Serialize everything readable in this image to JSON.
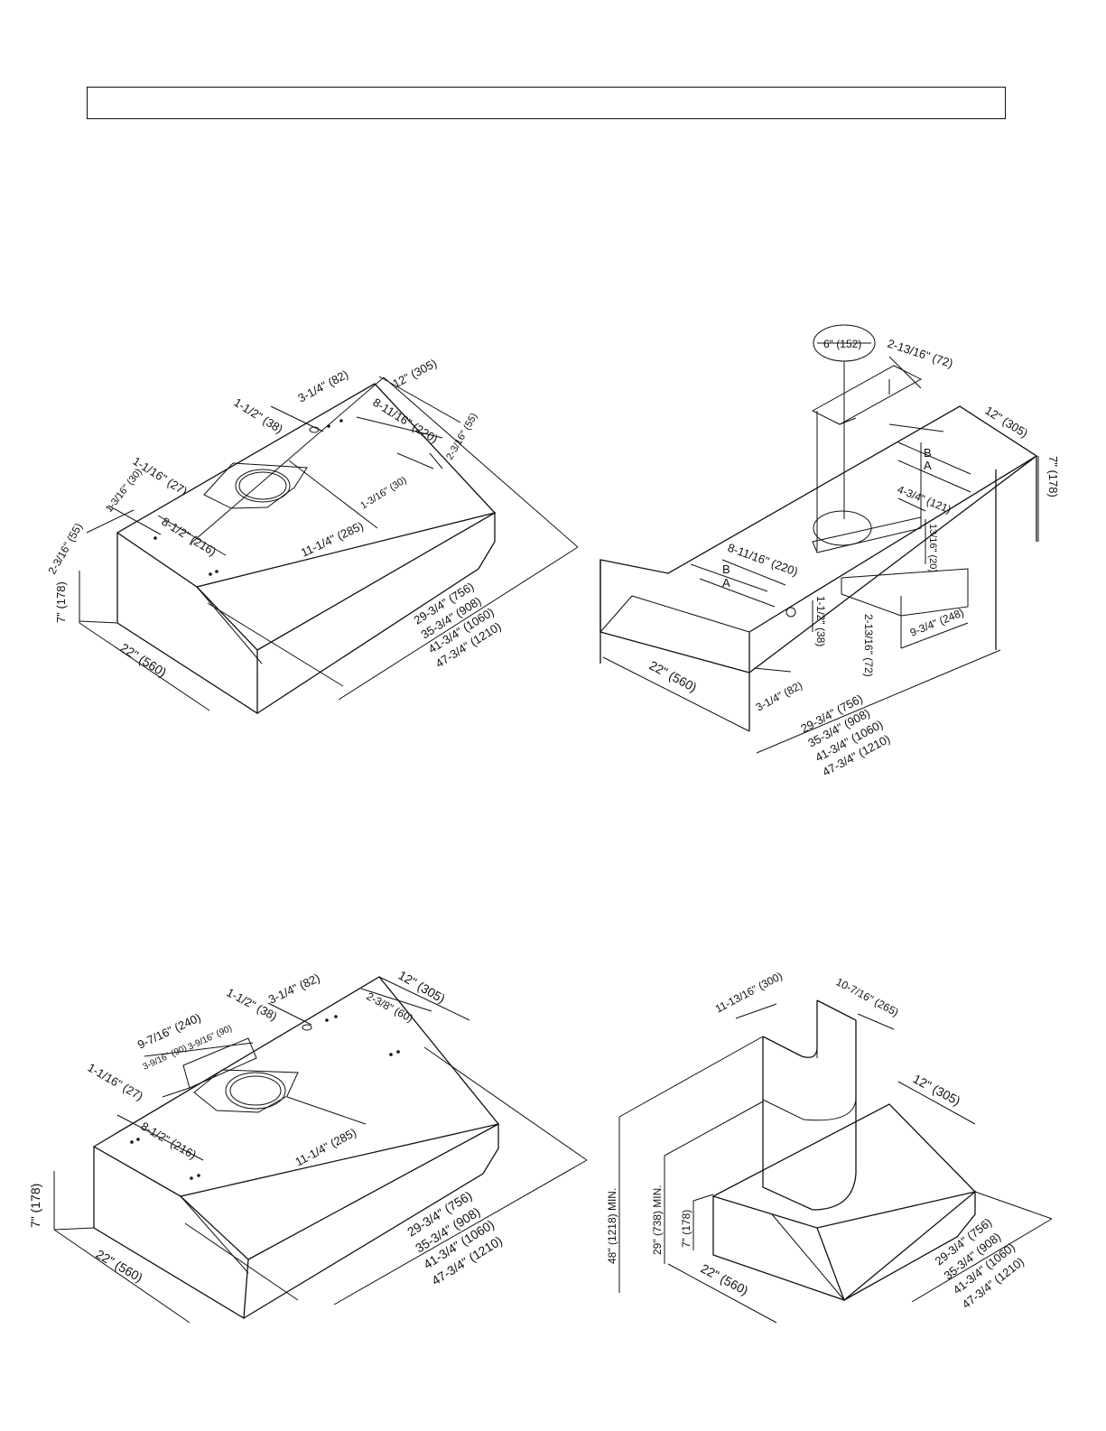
{
  "header": {
    "text": ""
  },
  "fig1": {
    "d_3_1_4": "3-1/4\" (82)",
    "d_1_1_2": "1-1/2\" (38)",
    "d_12": "12\" (305)",
    "d_8_11_16": "8-11/16\" (220)",
    "d_2_3_16_r": "2-3/16\" (55)",
    "d_1_1_16": "1-1/16\" (27)",
    "d_1_3_16_l": "1-3/16\" (30)",
    "d_1_3_16_r": "1-3/16\" (30)",
    "d_2_3_16_l": "2-3/16\" (55)",
    "d_8_1_2": "8-1/2\" (216)",
    "d_11_1_4": "11-1/4\" (285)",
    "d_7": "7\" (178)",
    "d_22": "22\" (560)",
    "widths": [
      "29-3/4\" (756)",
      "35-3/4\" (908)",
      "41-3/4\" (1060)",
      "47-3/4\" (1210)"
    ]
  },
  "fig2": {
    "d_6": "6\" (152)",
    "d_2_13_16_top": "2-13/16\" (72)",
    "d_12": "12\" (305)",
    "d_7": "7\" (178)",
    "lbl_b1": "B",
    "lbl_a1": "A",
    "lbl_b2": "B",
    "lbl_a2": "A",
    "d_4_3_4": "4-3/4\" (121)",
    "d_13_16": "13/16\" (20)",
    "d_8_11_16": "8-11/16\" (220)",
    "d_1_1_2": "1-1/2\" (38)",
    "d_2_13_16": "2-13/16\" (72)",
    "d_9_3_4": "9-3/4\" (248)",
    "d_22": "22\" (560)",
    "d_3_1_4": "3-1/4\" (82)",
    "widths": [
      "29-3/4\" (756)",
      "35-3/4\" (908)",
      "41-3/4\" (1060)",
      "47-3/4\" (1210)"
    ]
  },
  "fig3": {
    "d_3_1_4": "3-1/4\" (82)",
    "d_12": "12\" (305)",
    "d_1_1_2": "1-1/2\" (38)",
    "d_2_3_8": "2-3/8\" (60)",
    "d_9_7_16": "9-7/16\" (240)",
    "d_3_9_16_a": "3-9/16\" (90)",
    "d_3_9_16_b": "3-9/16\" (90)",
    "d_1_1_16": "1-1/16\" (27)",
    "d_8_1_2": "8-1/2\" (216)",
    "d_11_1_4": "11-1/4\" (285)",
    "d_7": "7\" (178)",
    "d_22": "22\" (560)",
    "widths": [
      "29-3/4\" (756)",
      "35-3/4\" (908)",
      "41-3/4\" (1060)",
      "47-3/4\" (1210)"
    ]
  },
  "fig4": {
    "d_11_13_16": "11-13/16\" (300)",
    "d_10_7_16": "10-7/16\" (265)",
    "d_12": "12\" (305)",
    "d_48": "48\" (1218) MIN.",
    "d_29": "29\" (738) MIN.",
    "d_7": "7\" (178)",
    "d_22": "22\" (560)",
    "widths": [
      "29-3/4\" (756)",
      "35-3/4\" (908)",
      "41-3/4\" (1060)",
      "47-3/4\" (1210)"
    ]
  }
}
